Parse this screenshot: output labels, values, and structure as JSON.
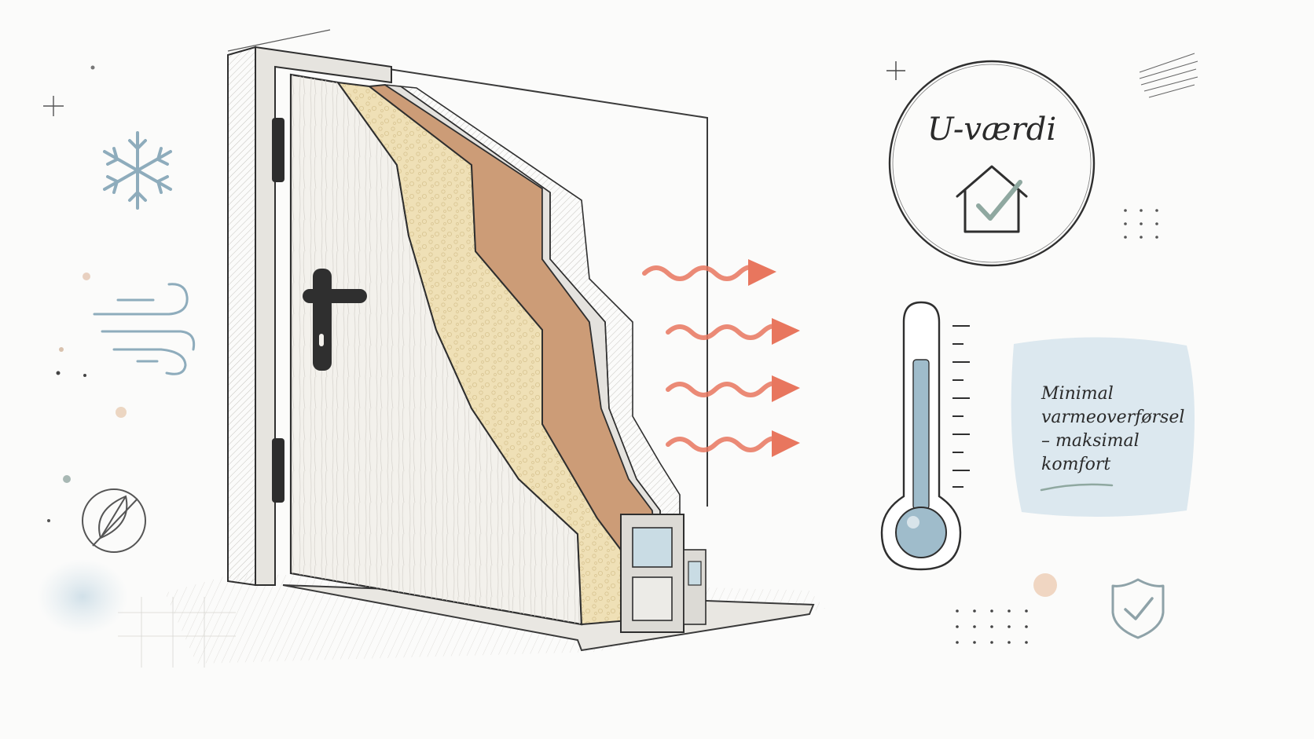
{
  "badge": {
    "title": "U-værdi"
  },
  "note": {
    "line1": "Minimal",
    "line2": "varmeoverførsel",
    "line3": "– maksimal",
    "line4": "komfort"
  },
  "icons": {
    "badge_icon": "house-check-icon",
    "left_top": "snowflake-icon",
    "left_middle": "wind-icon",
    "left_bottom": "leaf-icon",
    "right_middle": "thermometer-icon",
    "right_bottom": "shield-check-icon",
    "heat": "heat-wave-arrow-icon"
  },
  "colors": {
    "ink": "#2a2a2a",
    "insulation": "#eddcb0",
    "wood_layer": "#c99872",
    "heat_arrow": "#e8765e",
    "cold_blue": "#8eacbc",
    "wash_blue": "#d6e4ec",
    "thermo_fluid": "#9fbccb",
    "door_face": "#f3f1ec"
  }
}
